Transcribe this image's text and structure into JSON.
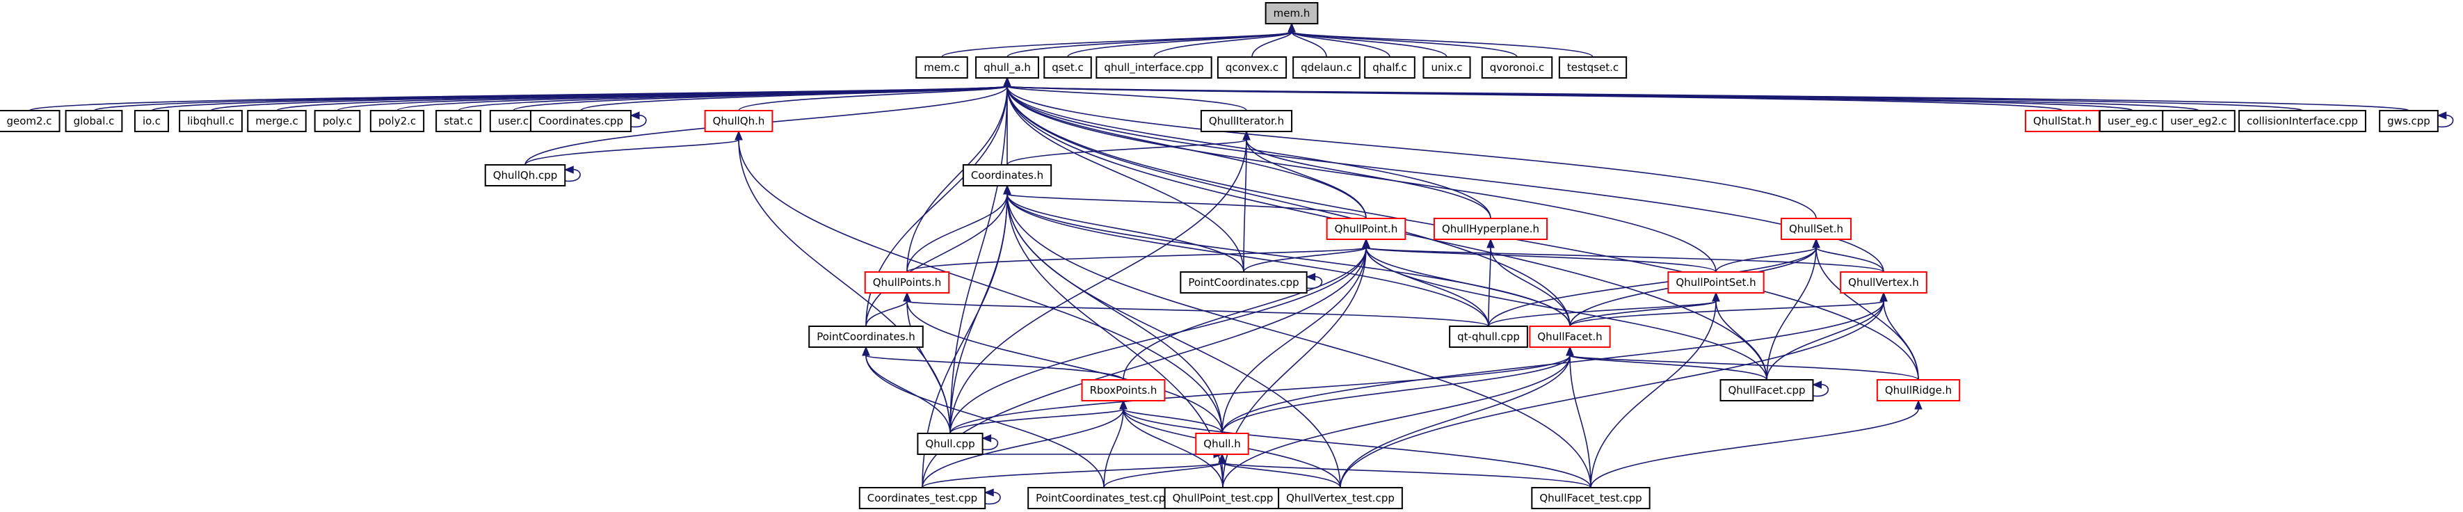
{
  "diagram": {
    "type": "include-dependency-graph",
    "edge_color": "#191970",
    "root_fill": "#bfbfbf",
    "red_border": "#ff0000",
    "nodes": [
      {
        "id": "mem_h",
        "label": "mem.h",
        "style": "root"
      },
      {
        "id": "mem_c",
        "label": "mem.c"
      },
      {
        "id": "qhull_a_h",
        "label": "qhull_a.h"
      },
      {
        "id": "qset_c",
        "label": "qset.c"
      },
      {
        "id": "qhull_interface_cpp",
        "label": "qhull_interface.cpp"
      },
      {
        "id": "qconvex_c",
        "label": "qconvex.c"
      },
      {
        "id": "qdelaun_c",
        "label": "qdelaun.c"
      },
      {
        "id": "qhalf_c",
        "label": "qhalf.c"
      },
      {
        "id": "unix_c",
        "label": "unix.c"
      },
      {
        "id": "qvoronoi_c",
        "label": "qvoronoi.c"
      },
      {
        "id": "testqset_c",
        "label": "testqset.c"
      },
      {
        "id": "geom2_c",
        "label": "geom2.c"
      },
      {
        "id": "global_c",
        "label": "global.c"
      },
      {
        "id": "io_c",
        "label": "io.c"
      },
      {
        "id": "libqhull_c",
        "label": "libqhull.c"
      },
      {
        "id": "merge_c",
        "label": "merge.c"
      },
      {
        "id": "poly_c",
        "label": "poly.c"
      },
      {
        "id": "poly2_c",
        "label": "poly2.c"
      },
      {
        "id": "stat_c",
        "label": "stat.c"
      },
      {
        "id": "user_c",
        "label": "user.c"
      },
      {
        "id": "coordinates_cpp",
        "label": "Coordinates.cpp"
      },
      {
        "id": "qhullqh_h",
        "label": "QhullQh.h",
        "style": "red"
      },
      {
        "id": "qhulliterator_h",
        "label": "QhullIterator.h"
      },
      {
        "id": "qhullstat_h",
        "label": "QhullStat.h",
        "style": "red"
      },
      {
        "id": "user_eg_c",
        "label": "user_eg.c"
      },
      {
        "id": "user_eg2_c",
        "label": "user_eg2.c"
      },
      {
        "id": "collisioninterface_cpp",
        "label": "collisionInterface.cpp"
      },
      {
        "id": "gws_cpp",
        "label": "gws.cpp"
      },
      {
        "id": "qhullqh_cpp",
        "label": "QhullQh.cpp"
      },
      {
        "id": "coordinates_h",
        "label": "Coordinates.h"
      },
      {
        "id": "qhullpoint_h",
        "label": "QhullPoint.h",
        "style": "red"
      },
      {
        "id": "qhullhyperplane_h",
        "label": "QhullHyperplane.h",
        "style": "red"
      },
      {
        "id": "qhullset_h",
        "label": "QhullSet.h",
        "style": "red"
      },
      {
        "id": "pointcoordinates_cpp",
        "label": "PointCoordinates.cpp"
      },
      {
        "id": "qhullpoints_h",
        "label": "QhullPoints.h",
        "style": "red"
      },
      {
        "id": "qhullpointset_h",
        "label": "QhullPointSet.h",
        "style": "red"
      },
      {
        "id": "qhullvertex_h",
        "label": "QhullVertex.h",
        "style": "red"
      },
      {
        "id": "pointcoordinates_h",
        "label": "PointCoordinates.h"
      },
      {
        "id": "qt_qhull_cpp",
        "label": "qt-qhull.cpp"
      },
      {
        "id": "qhullfacet_h",
        "label": "QhullFacet.h",
        "style": "red"
      },
      {
        "id": "qhullfacet_cpp",
        "label": "QhullFacet.cpp"
      },
      {
        "id": "qhullridge_h",
        "label": "QhullRidge.h",
        "style": "red"
      },
      {
        "id": "rboxpoints_h",
        "label": "RboxPoints.h",
        "style": "red"
      },
      {
        "id": "qhull_cpp",
        "label": "Qhull.cpp"
      },
      {
        "id": "qhull_h",
        "label": "Qhull.h",
        "style": "red"
      },
      {
        "id": "coordinates_test_cpp",
        "label": "Coordinates_test.cpp"
      },
      {
        "id": "pointcoordinates_test_cpp",
        "label": "PointCoordinates_test.cpp"
      },
      {
        "id": "qhullpoint_test_cpp",
        "label": "QhullPoint_test.cpp"
      },
      {
        "id": "qhullvertex_test_cpp",
        "label": "QhullVertex_test.cpp"
      },
      {
        "id": "qhullfacet_test_cpp",
        "label": "QhullFacet_test.cpp"
      }
    ],
    "edges": [
      [
        "mem_c",
        "mem_h"
      ],
      [
        "qhull_a_h",
        "mem_h"
      ],
      [
        "qset_c",
        "mem_h"
      ],
      [
        "qhull_interface_cpp",
        "mem_h"
      ],
      [
        "qconvex_c",
        "mem_h"
      ],
      [
        "qdelaun_c",
        "mem_h"
      ],
      [
        "qhalf_c",
        "mem_h"
      ],
      [
        "unix_c",
        "mem_h"
      ],
      [
        "qvoronoi_c",
        "mem_h"
      ],
      [
        "testqset_c",
        "mem_h"
      ],
      [
        "geom2_c",
        "qhull_a_h"
      ],
      [
        "global_c",
        "qhull_a_h"
      ],
      [
        "io_c",
        "qhull_a_h"
      ],
      [
        "libqhull_c",
        "qhull_a_h"
      ],
      [
        "merge_c",
        "qhull_a_h"
      ],
      [
        "poly_c",
        "qhull_a_h"
      ],
      [
        "poly2_c",
        "qhull_a_h"
      ],
      [
        "stat_c",
        "qhull_a_h"
      ],
      [
        "user_c",
        "qhull_a_h"
      ],
      [
        "coordinates_cpp",
        "qhull_a_h"
      ],
      [
        "qhullqh_h",
        "qhull_a_h"
      ],
      [
        "qhulliterator_h",
        "qhull_a_h"
      ],
      [
        "qhullstat_h",
        "qhull_a_h"
      ],
      [
        "user_eg_c",
        "qhull_a_h"
      ],
      [
        "user_eg2_c",
        "qhull_a_h"
      ],
      [
        "collisioninterface_cpp",
        "qhull_a_h"
      ],
      [
        "gws_cpp",
        "qhull_a_h"
      ],
      [
        "qhullqh_cpp",
        "qhull_a_h"
      ],
      [
        "coordinates_h",
        "qhull_a_h"
      ],
      [
        "qhullpoint_h",
        "qhull_a_h"
      ],
      [
        "qhullhyperplane_h",
        "qhull_a_h"
      ],
      [
        "qhullset_h",
        "qhull_a_h"
      ],
      [
        "pointcoordinates_cpp",
        "qhull_a_h"
      ],
      [
        "qhullpoints_h",
        "qhull_a_h"
      ],
      [
        "qhullpointset_h",
        "qhull_a_h"
      ],
      [
        "qhullvertex_h",
        "qhull_a_h"
      ],
      [
        "pointcoordinates_h",
        "qhull_a_h"
      ],
      [
        "qhullfacet_h",
        "qhull_a_h"
      ],
      [
        "qhullfacet_cpp",
        "qhull_a_h"
      ],
      [
        "qhullridge_h",
        "qhull_a_h"
      ],
      [
        "qhull_cpp",
        "qhull_a_h"
      ],
      [
        "coordinates_cpp",
        "coordinates_cpp"
      ],
      [
        "gws_cpp",
        "gws_cpp"
      ],
      [
        "qhullqh_cpp",
        "qhullqh_cpp"
      ],
      [
        "pointcoordinates_cpp",
        "pointcoordinates_cpp"
      ],
      [
        "qhullfacet_cpp",
        "qhullfacet_cpp"
      ],
      [
        "qhull_cpp",
        "qhull_cpp"
      ],
      [
        "coordinates_test_cpp",
        "coordinates_test_cpp"
      ],
      [
        "qhullqh_cpp",
        "qhullqh_h"
      ],
      [
        "qhull_cpp",
        "qhullqh_h"
      ],
      [
        "qhull_h",
        "qhullqh_h"
      ],
      [
        "coordinates_h",
        "qhulliterator_h"
      ],
      [
        "qhullpoint_h",
        "qhulliterator_h"
      ],
      [
        "qhullhyperplane_h",
        "qhulliterator_h"
      ],
      [
        "pointcoordinates_cpp",
        "qhulliterator_h"
      ],
      [
        "qhull_cpp",
        "qhulliterator_h"
      ],
      [
        "qhullpoint_h",
        "coordinates_h"
      ],
      [
        "pointcoordinates_cpp",
        "coordinates_h"
      ],
      [
        "qhullpoints_h",
        "coordinates_h"
      ],
      [
        "pointcoordinates_h",
        "coordinates_h"
      ],
      [
        "qt_qhull_cpp",
        "coordinates_h"
      ],
      [
        "qhullfacet_h",
        "coordinates_h"
      ],
      [
        "qhull_cpp",
        "coordinates_h"
      ],
      [
        "coordinates_test_cpp",
        "coordinates_h"
      ],
      [
        "qhullpoint_test_cpp",
        "coordinates_h"
      ],
      [
        "qhullvertex_test_cpp",
        "coordinates_h"
      ],
      [
        "qhullfacet_test_cpp",
        "coordinates_h"
      ],
      [
        "qhull_h",
        "coordinates_h"
      ],
      [
        "pointcoordinates_cpp",
        "qhullpoint_h"
      ],
      [
        "qhullpoints_h",
        "qhullpoint_h"
      ],
      [
        "qhullpointset_h",
        "qhullpoint_h"
      ],
      [
        "qhullvertex_h",
        "qhullpoint_h"
      ],
      [
        "qt_qhull_cpp",
        "qhullpoint_h"
      ],
      [
        "qhullfacet_h",
        "qhullpoint_h"
      ],
      [
        "qhullfacet_cpp",
        "qhullpoint_h"
      ],
      [
        "rboxpoints_h",
        "qhullpoint_h"
      ],
      [
        "qhull_cpp",
        "qhullpoint_h"
      ],
      [
        "qhull_h",
        "qhullpoint_h"
      ],
      [
        "qhullpoint_test_cpp",
        "qhullpoint_h"
      ],
      [
        "coordinates_test_cpp",
        "qhullpoint_h"
      ],
      [
        "qhullfacet_h",
        "qhullhyperplane_h"
      ],
      [
        "qt_qhull_cpp",
        "qhullhyperplane_h"
      ],
      [
        "qhullpointset_h",
        "qhullset_h"
      ],
      [
        "qhullvertex_h",
        "qhullset_h"
      ],
      [
        "qhullfacet_h",
        "qhullset_h"
      ],
      [
        "qhullfacet_cpp",
        "qhullset_h"
      ],
      [
        "qhullridge_h",
        "qhullset_h"
      ],
      [
        "qt_qhull_cpp",
        "qhullset_h"
      ],
      [
        "pointcoordinates_h",
        "qhullpoints_h"
      ],
      [
        "qt_qhull_cpp",
        "qhullpoints_h"
      ],
      [
        "qhull_cpp",
        "qhullpoints_h"
      ],
      [
        "qhull_h",
        "qhullpoints_h"
      ],
      [
        "qt_qhull_cpp",
        "qhullpointset_h"
      ],
      [
        "qhullfacet_h",
        "qhullpointset_h"
      ],
      [
        "qhullfacet_cpp",
        "qhullpointset_h"
      ],
      [
        "qhullfacet_test_cpp",
        "qhullpointset_h"
      ],
      [
        "qhullfacet_h",
        "qhullvertex_h"
      ],
      [
        "qhullfacet_cpp",
        "qhullvertex_h"
      ],
      [
        "qhullridge_h",
        "qhullvertex_h"
      ],
      [
        "qhull_h",
        "qhullvertex_h"
      ],
      [
        "qhullvertex_test_cpp",
        "qhullvertex_h"
      ],
      [
        "qhull_cpp",
        "pointcoordinates_h"
      ],
      [
        "pointcoordinates_test_cpp",
        "pointcoordinates_h"
      ],
      [
        "rboxpoints_h",
        "pointcoordinates_h"
      ],
      [
        "qhullfacet_cpp",
        "qhullfacet_h"
      ],
      [
        "qhullridge_h",
        "qhullfacet_h"
      ],
      [
        "qhull_h",
        "qhullfacet_h"
      ],
      [
        "qhullfacet_test_cpp",
        "qhullfacet_h"
      ],
      [
        "qhullpoint_test_cpp",
        "qhullfacet_h"
      ],
      [
        "qhullvertex_test_cpp",
        "qhullfacet_h"
      ],
      [
        "qhull_cpp",
        "qhullfacet_h"
      ],
      [
        "qhullfacet_test_cpp",
        "qhullridge_h"
      ],
      [
        "qhull_cpp",
        "rboxpoints_h"
      ],
      [
        "qhull_h",
        "rboxpoints_h"
      ],
      [
        "coordinates_test_cpp",
        "rboxpoints_h"
      ],
      [
        "pointcoordinates_test_cpp",
        "rboxpoints_h"
      ],
      [
        "qhullpoint_test_cpp",
        "rboxpoints_h"
      ],
      [
        "qhullvertex_test_cpp",
        "rboxpoints_h"
      ],
      [
        "qhullfacet_test_cpp",
        "rboxpoints_h"
      ],
      [
        "coordinates_test_cpp",
        "qhull_h"
      ],
      [
        "pointcoordinates_test_cpp",
        "qhull_h"
      ],
      [
        "qhullpoint_test_cpp",
        "qhull_h"
      ],
      [
        "qhullvertex_test_cpp",
        "qhull_h"
      ],
      [
        "qhullfacet_test_cpp",
        "qhull_h"
      ],
      [
        "qhull_cpp",
        "qhull_h"
      ]
    ]
  }
}
